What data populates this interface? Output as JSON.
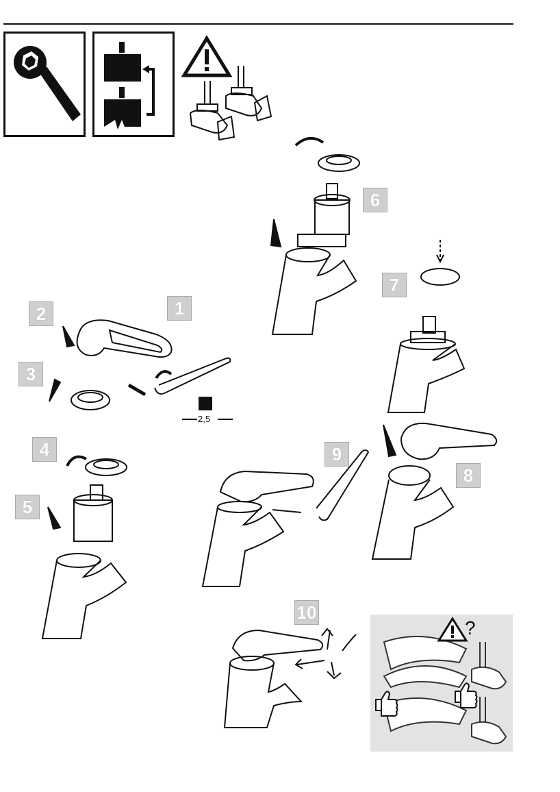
{
  "steps": {
    "s1": "1",
    "s2": "2",
    "s3": "3",
    "s4": "4",
    "s5": "5",
    "s6": "6",
    "s7": "7",
    "s8": "8",
    "s9": "9",
    "s10": "10"
  },
  "hex_key_size": "2,5",
  "question_mark": "?",
  "icons": [
    "wrench-icon",
    "cartridge-replace-icon",
    "warning-icon",
    "thumbs-up-icon"
  ]
}
